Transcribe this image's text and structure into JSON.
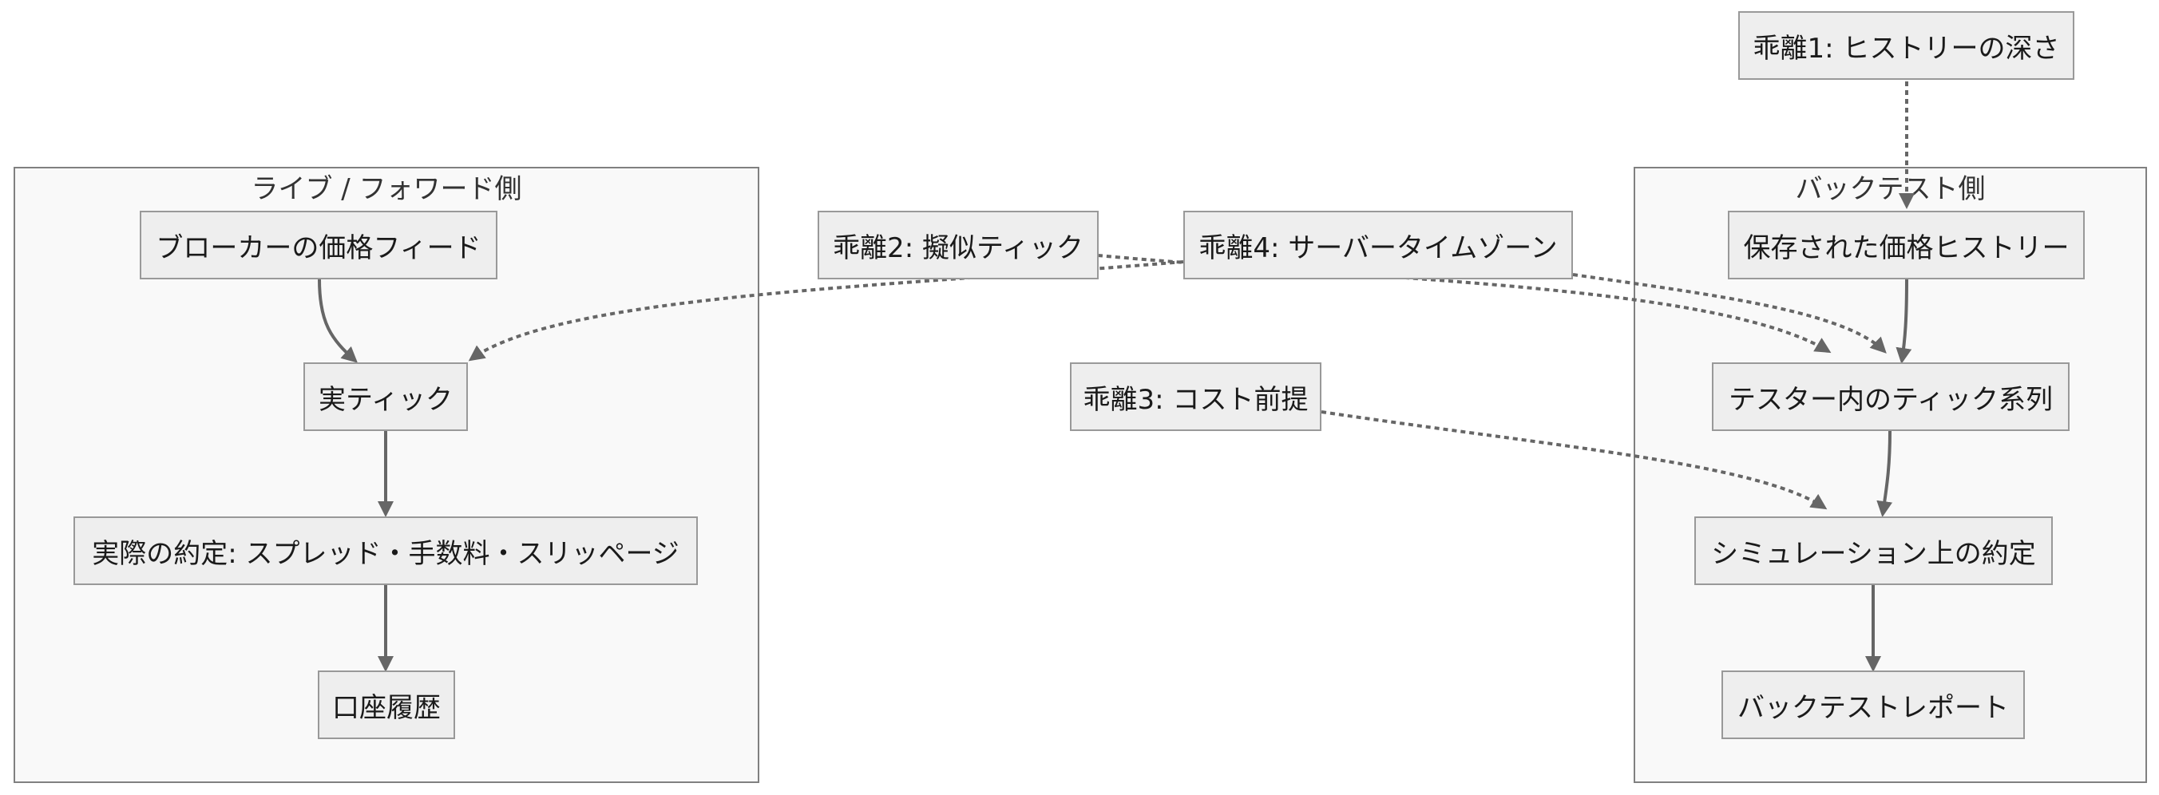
{
  "clusters": {
    "live": {
      "title": "ライブ / フォワード側"
    },
    "backtest": {
      "title": "バックテスト側"
    }
  },
  "nodes": {
    "broker_feed": "ブローカーの価格フィード",
    "real_ticks": "実ティック",
    "actual_fill": "実際の約定: スプレッド・手数料・スリッページ",
    "account_history": "口座履歴",
    "stored_history": "保存された価格ヒストリー",
    "tester_ticks": "テスター内のティック系列",
    "simulated_fill": "シミュレーション上の約定",
    "backtest_report": "バックテストレポート",
    "gap1": "乖離1: ヒストリーの深さ",
    "gap2": "乖離2: 擬似ティック",
    "gap3": "乖離3: コスト前提",
    "gap4": "乖離4: サーバータイムゾーン"
  },
  "colors": {
    "cluster_fill": "#f9f9f9",
    "cluster_border": "#808080",
    "node_fill": "#eeeeee",
    "node_border": "#999999",
    "edge": "#666666"
  }
}
